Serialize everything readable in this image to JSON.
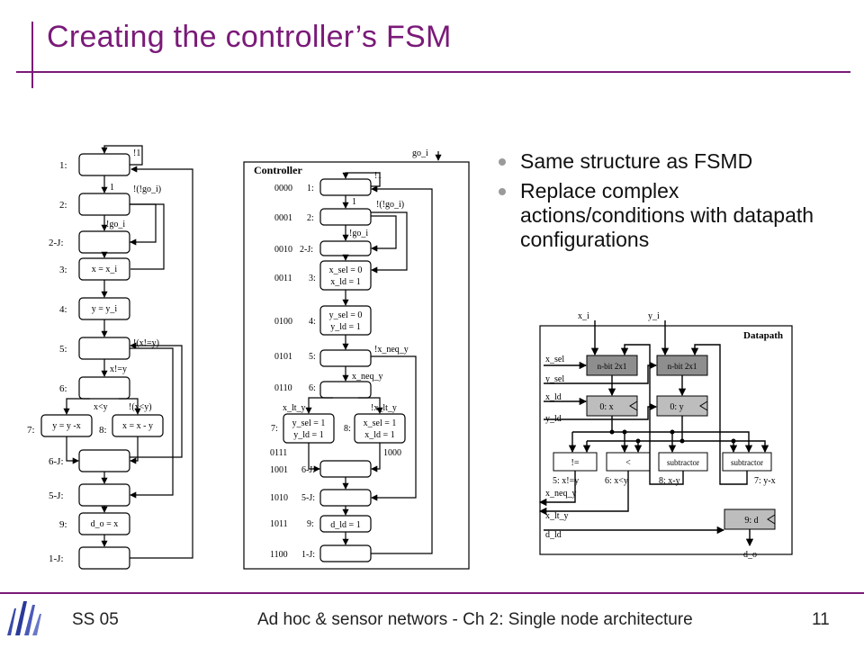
{
  "slide": {
    "title": "Creating the controller’s FSM",
    "bullets": [
      "Same structure as FSMD",
      "Replace complex actions/conditions with datapath configurations"
    ],
    "footer_left": "SS 05",
    "footer_center": "Ad hoc & sensor networs - Ch 2: Single node architecture",
    "page_number": "11"
  },
  "fsmd": {
    "state_labels": [
      "1:",
      "2:",
      "2-J:",
      "3:",
      "4:",
      "5:",
      "6:",
      "7:",
      "8:",
      "6-J:",
      "5-J:",
      "9:",
      "1-J:"
    ],
    "actions": [
      "x = x_i",
      "y = y_i",
      "y = y -x",
      "x = x - y",
      "d_o = x"
    ],
    "conditions": [
      "!1",
      "1",
      "!(!go_i)",
      "!go_i",
      "!(x!=y)",
      "x!=y",
      "x<y",
      "!(x<y)"
    ]
  },
  "controller": {
    "title": "Controller",
    "input": "go_i",
    "state_codes": [
      "0000",
      "0001",
      "0010",
      "0011",
      "0100",
      "0101",
      "0110",
      "0111",
      "1000",
      "1001",
      "1010",
      "1011",
      "1100"
    ],
    "state_labels": [
      "1:",
      "2:",
      "2-J:",
      "3:",
      "4:",
      "5:",
      "6:",
      "7:",
      "8:",
      "6-J:",
      "5-J:",
      "9:",
      "1-J:"
    ],
    "actions": [
      "x_sel = 0",
      "x_ld = 1",
      "y_sel = 0",
      "y_ld = 1",
      "y_sel = 1",
      "y_ld = 1",
      "x_sel = 1",
      "x_ld = 1",
      "d_ld = 1"
    ],
    "conditions": [
      "!1",
      "1",
      "!(!go_i)",
      "!go_i",
      "!x_neq_y",
      "x_neq_y",
      "x_lt_y",
      "!x_lt_y"
    ]
  },
  "datapath": {
    "title": "Datapath",
    "inputs": [
      "x_i",
      "y_i"
    ],
    "control_signals": [
      "x_sel",
      "y_sel",
      "x_ld",
      "y_ld",
      "x_neq_y",
      "x_lt_y",
      "d_ld"
    ],
    "blocks": [
      "n-bit 2x1",
      "n-bit 2x1",
      "0: x",
      "0: y",
      "!=",
      "<",
      "subtractor",
      "subtractor",
      "9: d"
    ],
    "block_labels": [
      "5: x!=y",
      "6: x<y",
      "8: x-y",
      "7: y-x"
    ],
    "output": "d_o"
  }
}
